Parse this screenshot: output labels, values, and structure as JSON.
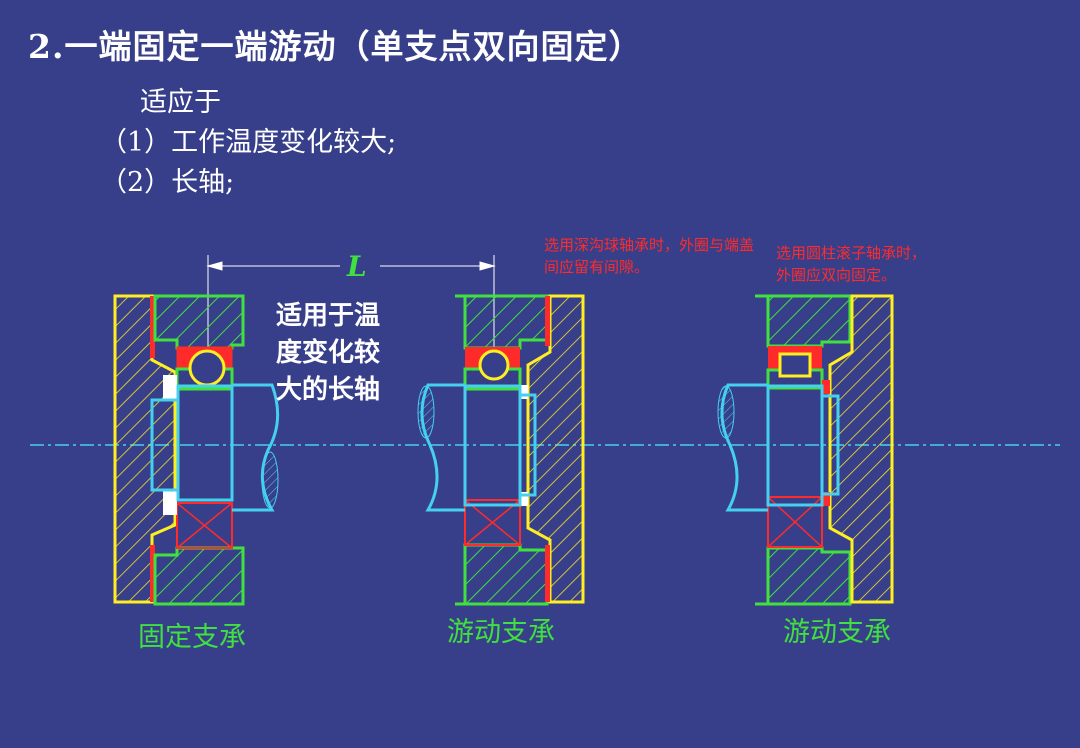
{
  "title": "2.一端固定一端游动（单支点双向固定）",
  "lines": [
    "适应于",
    "（1）工作温度变化较大;",
    "（2）长轴;"
  ],
  "notes": {
    "deep_groove": "选用深沟球轴承时，外圈与端盖间应留有间隙。",
    "cylindrical": "选用圆柱滚子轴承时，外圈应双向固定。"
  },
  "center_text": [
    "适用于温",
    "度变化较",
    "大的长轴"
  ],
  "dimension_label": "L",
  "captions": [
    "固定支承",
    "游动支承",
    "游动支承"
  ],
  "colors": {
    "background": "#383f8a",
    "housing": "#3fe03f",
    "end_cap": "#ffee22",
    "bearing": "#ff2b2b",
    "shaft": "#44d0ee"
  }
}
